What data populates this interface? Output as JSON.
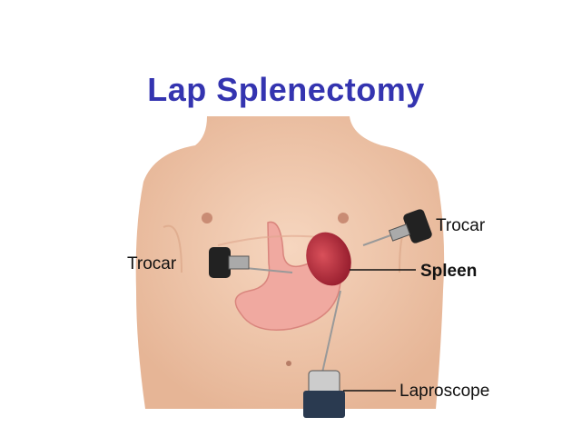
{
  "title": "Lap Splenectomy",
  "labels": {
    "trocar_left": "Trocar",
    "trocar_right": "Trocar",
    "spleen": "Spleen",
    "laparoscope": "Laproscope"
  },
  "colors": {
    "title": "#3434b0",
    "skin": "#f0c9ad",
    "stomach": "#f0a9a0",
    "spleen": "#b8303c"
  }
}
